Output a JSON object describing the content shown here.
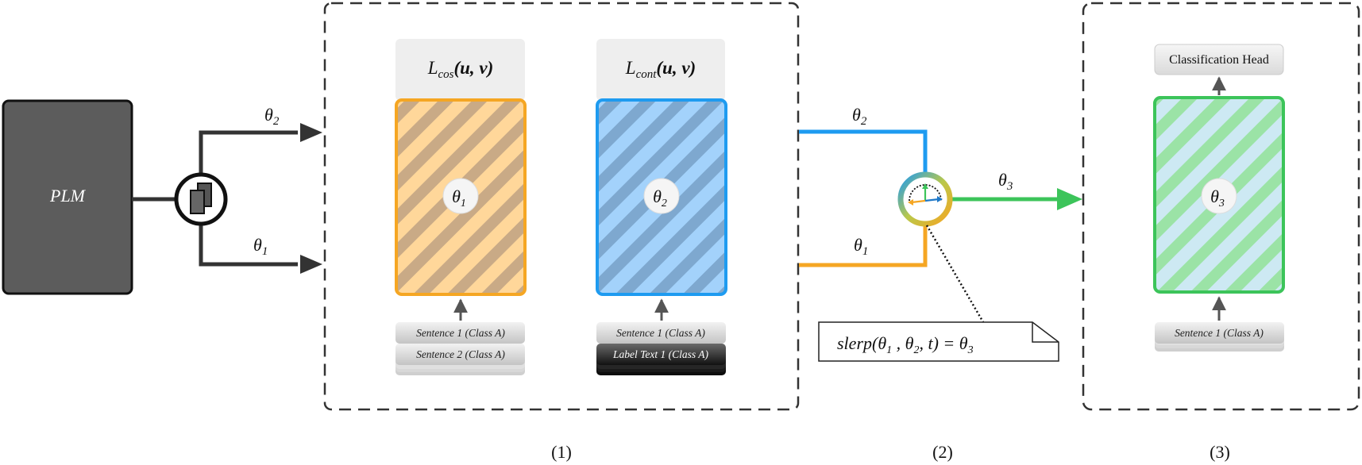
{
  "plm": {
    "label": "PLM"
  },
  "splitter": {
    "top_theta": "θ",
    "top_sub": "2",
    "bottom_theta": "θ",
    "bottom_sub": "1"
  },
  "stage1": {
    "step_label": "(1)",
    "left_model": {
      "loss_L": "L",
      "loss_sub": "cos",
      "loss_args": "(u, v)",
      "param": "θ",
      "param_sub": "1",
      "inputs": [
        "Sentence 1 (Class A)",
        "Sentence 2 (Class A)"
      ]
    },
    "right_model": {
      "loss_L": "L",
      "loss_sub": "cont",
      "loss_args": "(u, v)",
      "param": "θ",
      "param_sub": "2",
      "inputs": [
        "Sentence 1 (Class A)",
        "Label Text 1 (Class A)"
      ]
    }
  },
  "stage2": {
    "step_label": "(2)",
    "top_theta": "θ",
    "top_sub": "2",
    "bottom_theta": "θ",
    "bottom_sub": "1",
    "out_theta": "θ",
    "out_sub": "3",
    "note": {
      "fn": "slerp(",
      "a": "θ",
      "a_sub": "1",
      "sep": " , ",
      "b": "θ",
      "b_sub": "2",
      "rest": ", t) = ",
      "c": "θ",
      "c_sub": "3"
    }
  },
  "stage3": {
    "step_label": "(3)",
    "head_label": "Classification Head",
    "param": "θ",
    "param_sub": "3",
    "input": "Sentence 1 (Class A)"
  },
  "colors": {
    "dark": "#333333",
    "plm_fill": "#5c5c5c",
    "orange": "#f5a623",
    "orange_fill": "#ffd79a",
    "blue": "#1e9bf0",
    "blue_fill": "#9fd0fb",
    "green": "#3cc45a",
    "green_fill": "#c8f0d8"
  }
}
